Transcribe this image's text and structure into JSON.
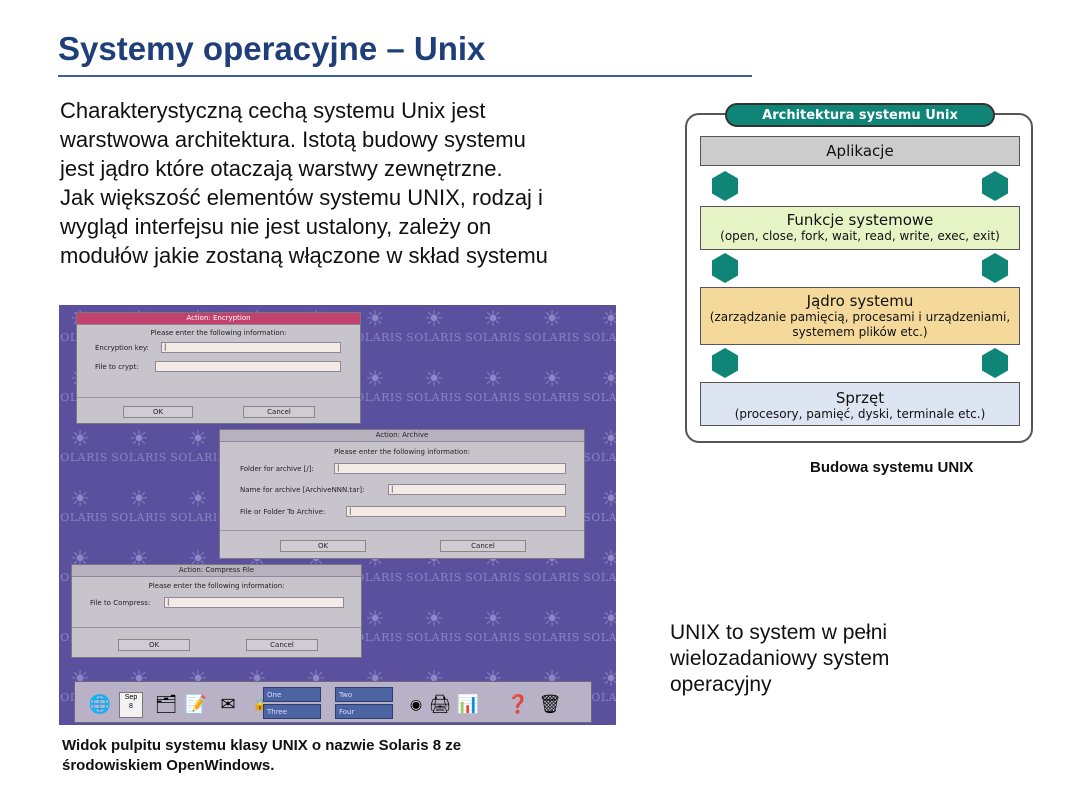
{
  "slide": {
    "title": "Systemy operacyjne – Unix",
    "intro_lines": [
      "Charakterystyczną cechą systemu Unix jest",
      "warstwowa architektura. Istotą budowy systemu",
      "jest jądro które otaczają warstwy zewnętrzne.",
      "Jak większość elementów systemu UNIX, rodzaj i",
      "wygląd interfejsu nie jest ustalony, zależy on",
      "modułów jakie zostaną włączone w skład systemu"
    ],
    "screenshot_caption_lines": [
      "Widok pulpitu systemu klasy UNIX o nazwie Solaris 8 ze",
      "środowiskiem OpenWindows."
    ],
    "unix_note_lines": [
      "UNIX to system w pełni",
      "wielozadaniowy system",
      "operacyjny"
    ]
  },
  "diagram": {
    "title": "Architektura systemu Unix",
    "caption": "Budowa systemu UNIX",
    "layers": {
      "app": {
        "title": "Aplikacje"
      },
      "func": {
        "title": "Funkcje systemowe",
        "sub": "(open, close, fork, wait, read, write, exec, exit)"
      },
      "kernel": {
        "title": "Jądro systemu",
        "sub1": "(zarządzanie pamięcią, procesami i urządzeniami,",
        "sub2": "systemem plików etc.)"
      },
      "hw": {
        "title": "Sprzęt",
        "sub": "(procesory, pamięć, dyski, terminale etc.)"
      }
    },
    "colors": {
      "accent": "#0f8577",
      "app": "#cccccc",
      "func": "#e6f3c4",
      "kernel": "#f4d99a",
      "hw": "#dde4f2"
    }
  },
  "desktop": {
    "watermark": "SOLARIS",
    "background_color": "#5a509e",
    "dialog_encryption": {
      "title": "Action: Encryption",
      "prompt": "Please enter the following information:",
      "key_label": "Encryption key:",
      "file_label": "File to crypt:",
      "ok": "OK",
      "cancel": "Cancel"
    },
    "dialog_archive": {
      "title": "Action: Archive",
      "prompt": "Please enter the following information:",
      "folder_label": "Folder for archive [/]:",
      "name_label": "Name for archive [ArchiveNNN.tar]:",
      "file_label": "File or Folder To Archive:",
      "ok": "OK",
      "cancel": "Cancel"
    },
    "dialog_compress": {
      "title": "Action: Compress File",
      "prompt": "Please enter the following information:",
      "file_label": "File to Compress:",
      "ok": "OK",
      "cancel": "Cancel"
    },
    "panel": {
      "calendar_month": "Sep",
      "calendar_day": "8",
      "workspaces": [
        "One",
        "Two",
        "Three",
        "Four"
      ]
    }
  }
}
